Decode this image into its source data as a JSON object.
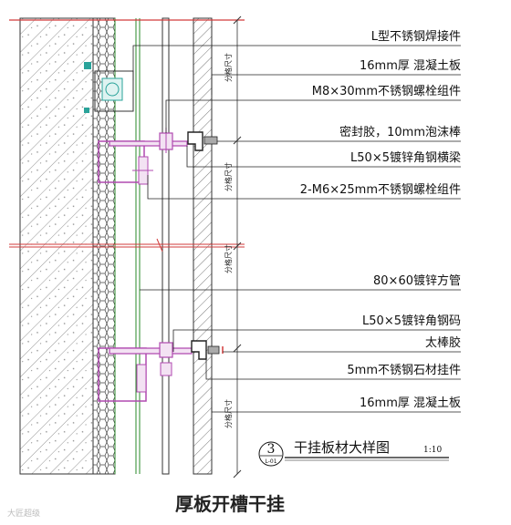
{
  "callouts": [
    "L型不锈钢焊接件",
    "16mm厚 混凝土板",
    "M8×30mm不锈钢螺栓组件",
    "密封胶，10mm泡沫棒",
    "L50×5镀锌角钢横梁",
    "2-M6×25mm不锈钢螺栓组件",
    "80×60镀锌方管",
    "L50×5镀锌角钢码",
    "太棒胶",
    "5mm不锈钢石材挂件",
    "16mm厚 混凝土板"
  ],
  "dimension_label": "分格尺寸",
  "detail": {
    "number": "3",
    "sheet": "L-01",
    "title": "干挂板材大样图",
    "scale": "1:10"
  },
  "caption": "厚板开槽干挂",
  "watermark": "大匠超级"
}
